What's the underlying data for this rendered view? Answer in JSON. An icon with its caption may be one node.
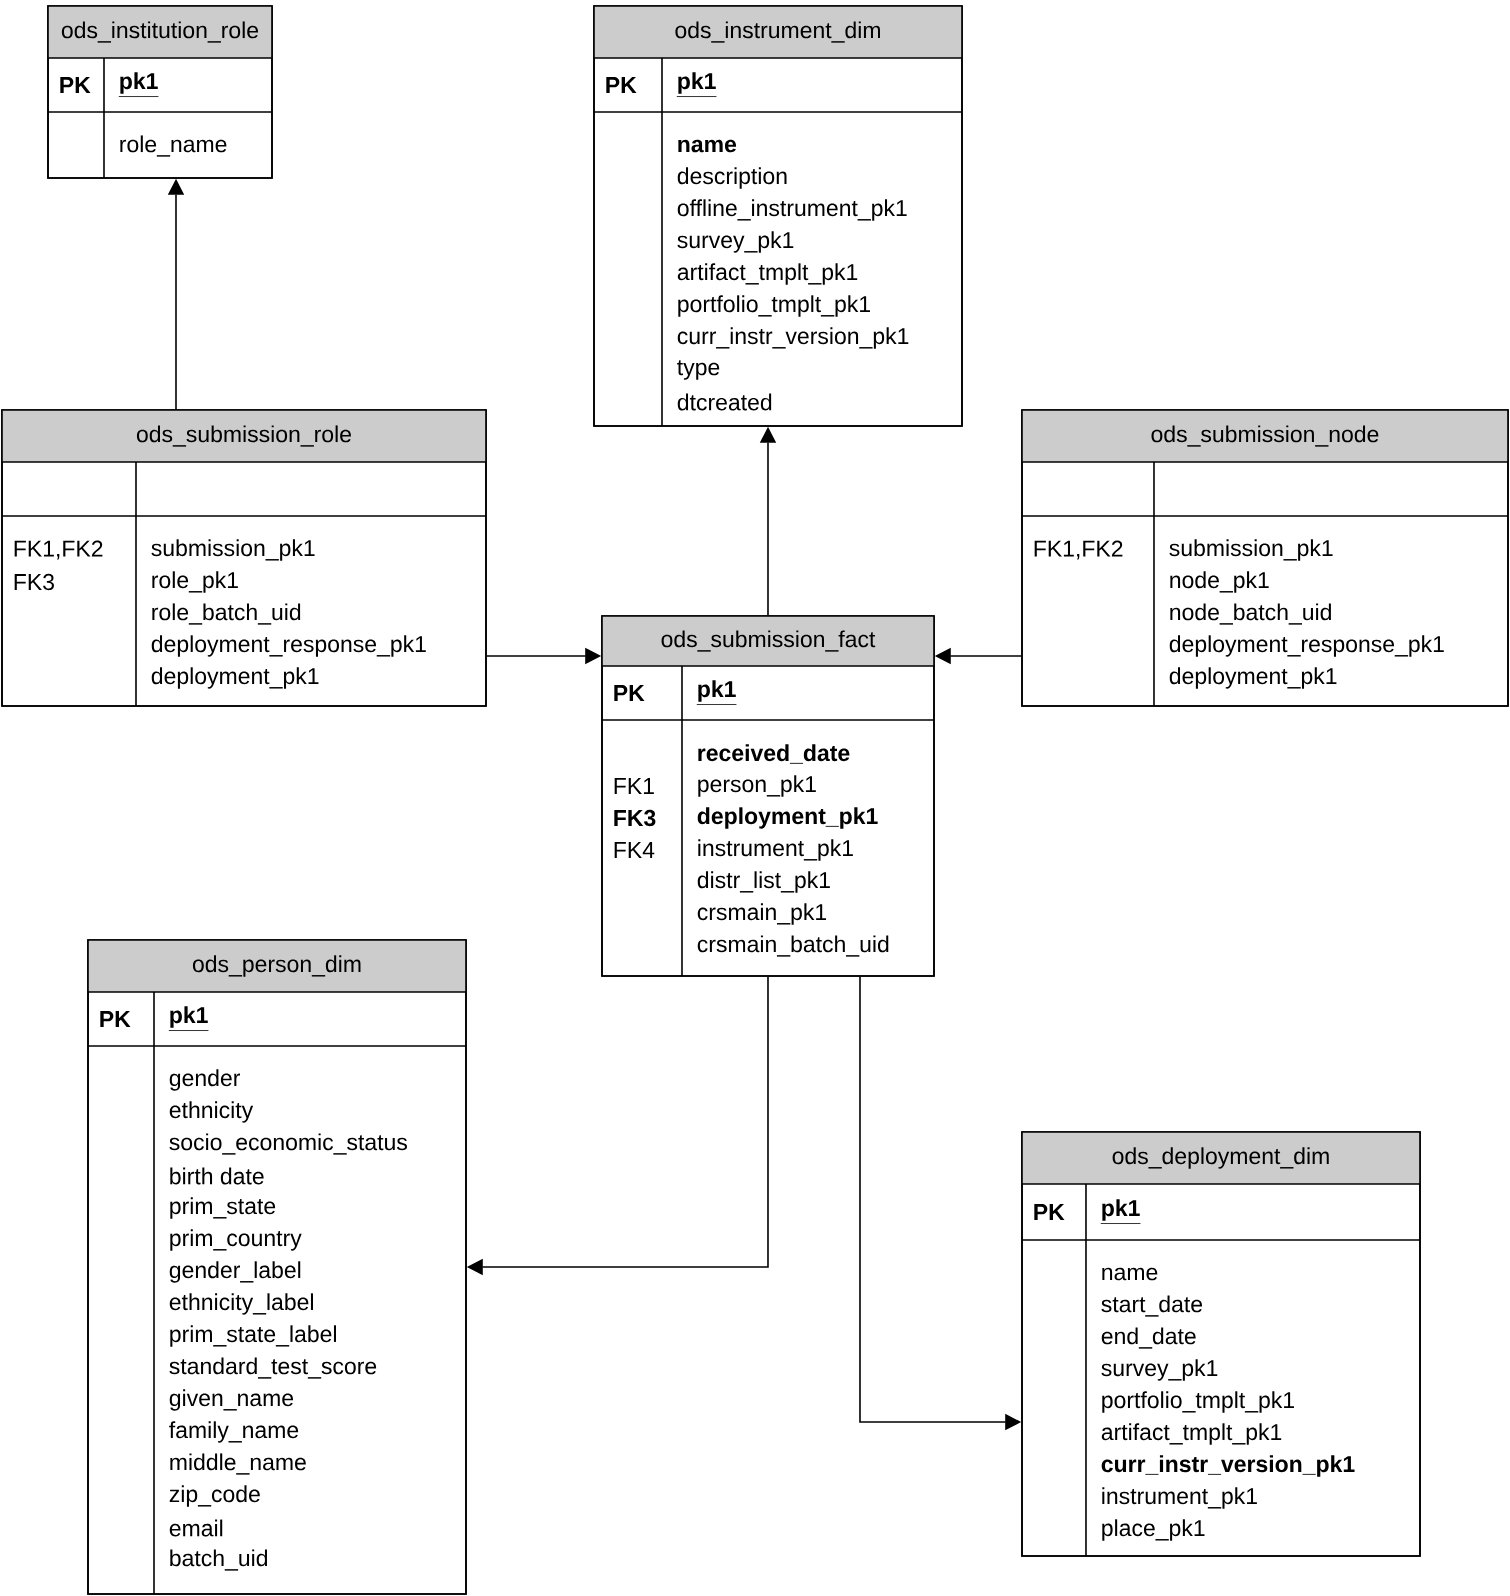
{
  "diagram": {
    "nodes": [
      {
        "text": [
          "ods_institution_role",
          "PK",
          "pk1",
          "role_name"
        ]
      },
      {
        "text": [
          "ods_instrument_dim",
          "PK",
          "pk1",
          "name",
          "description",
          "offline_instrument_pk1",
          "survey_pk1",
          "artifact_tmplt_pk1",
          "portfolio_tmplt_pk1",
          "curr_instr_version_pk1",
          "type",
          "dtcreated"
        ]
      },
      {
        "text": [
          "ods_submission_role",
          "FK1,FK2",
          "FK3",
          "submission_pk1",
          "role_pk1",
          "role_batch_uid",
          "deployment_response_pk1",
          "deployment_pk1"
        ]
      },
      {
        "text": [
          "ods_submission_node",
          "FK1,FK2",
          "submission_pk1",
          "node_pk1",
          "node_batch_uid",
          "deployment_response_pk1",
          "deployment_pk1"
        ]
      },
      {
        "text": [
          "ods_submission_fact",
          "PK",
          "pk1",
          "FK1",
          "FK3",
          "FK4",
          "received_date",
          "person_pk1",
          "deployment_pk1",
          "instrument_pk1",
          "distr_list_pk1",
          "crsmain_pk1",
          "crsmain_batch_uid"
        ]
      },
      {
        "text": [
          "ods_person_dim",
          "PK",
          "pk1",
          "gender",
          "ethnicity",
          "socio_economic_status",
          "birth date",
          "prim_state",
          "prim_country",
          "gender_label",
          "ethnicity_label",
          "prim_state_label",
          "standard_test_score",
          "given_name",
          "family_name",
          "middle_name",
          "zip_code",
          "email",
          "batch_uid"
        ]
      },
      {
        "text": [
          "ods_deployment_dim",
          "PK",
          "pk1",
          "name",
          "start_date",
          "end_date",
          "survey_pk1",
          "portfolio_tmplt_pk1",
          "artifact_tmplt_pk1",
          "curr_instr_version_pk1",
          "instrument_pk1",
          "place_pk1"
        ]
      }
    ],
    "edges": [
      {
        "from": 2,
        "to": 0,
        "arrow": "to"
      },
      {
        "from": 4,
        "to": 1,
        "arrow": "to"
      },
      {
        "from": 2,
        "to": 4,
        "arrow": "to"
      },
      {
        "from": 3,
        "to": 4,
        "arrow": "to"
      },
      {
        "from": 4,
        "to": 5,
        "arrow": "to"
      },
      {
        "from": 4,
        "to": 6,
        "arrow": "to"
      }
    ]
  }
}
